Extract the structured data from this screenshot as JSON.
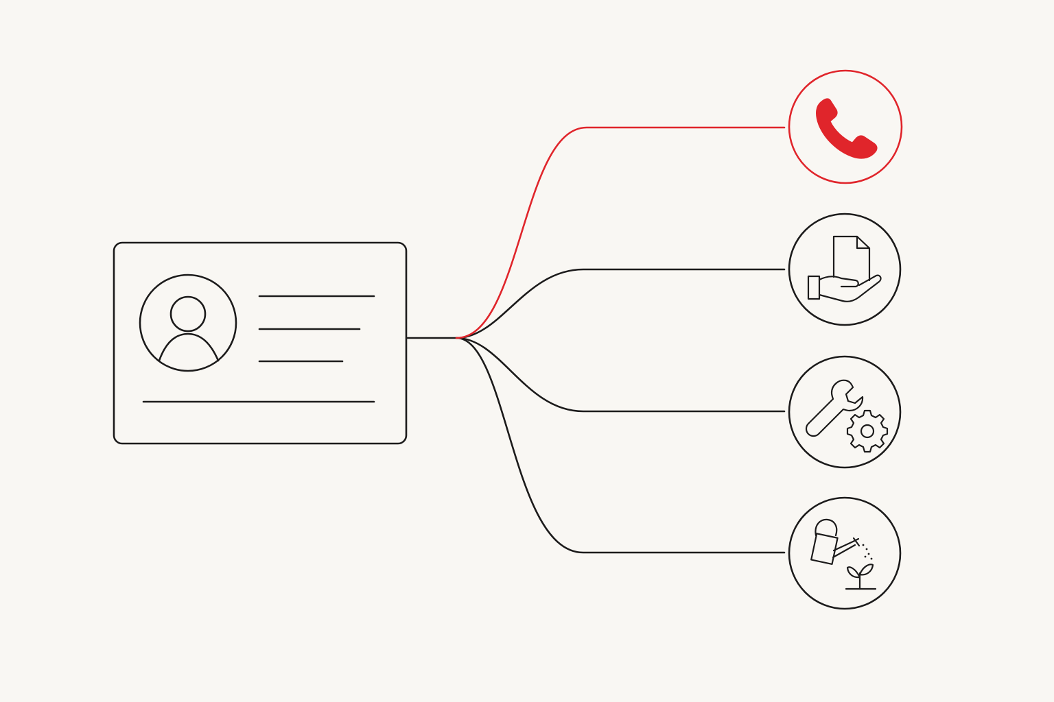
{
  "colors": {
    "background": "#f9f7f3",
    "ink": "#1c1b1b",
    "accent": "#e0252b"
  },
  "profile_card": {
    "icon": "user-avatar-icon",
    "text_lines": 4
  },
  "branches": [
    {
      "id": "phone",
      "icon": "phone-icon",
      "highlighted": true
    },
    {
      "id": "document",
      "icon": "hand-document-icon",
      "highlighted": false
    },
    {
      "id": "service",
      "icon": "wrench-gear-icon",
      "highlighted": false
    },
    {
      "id": "care",
      "icon": "watering-can-plant-icon",
      "highlighted": false
    }
  ]
}
